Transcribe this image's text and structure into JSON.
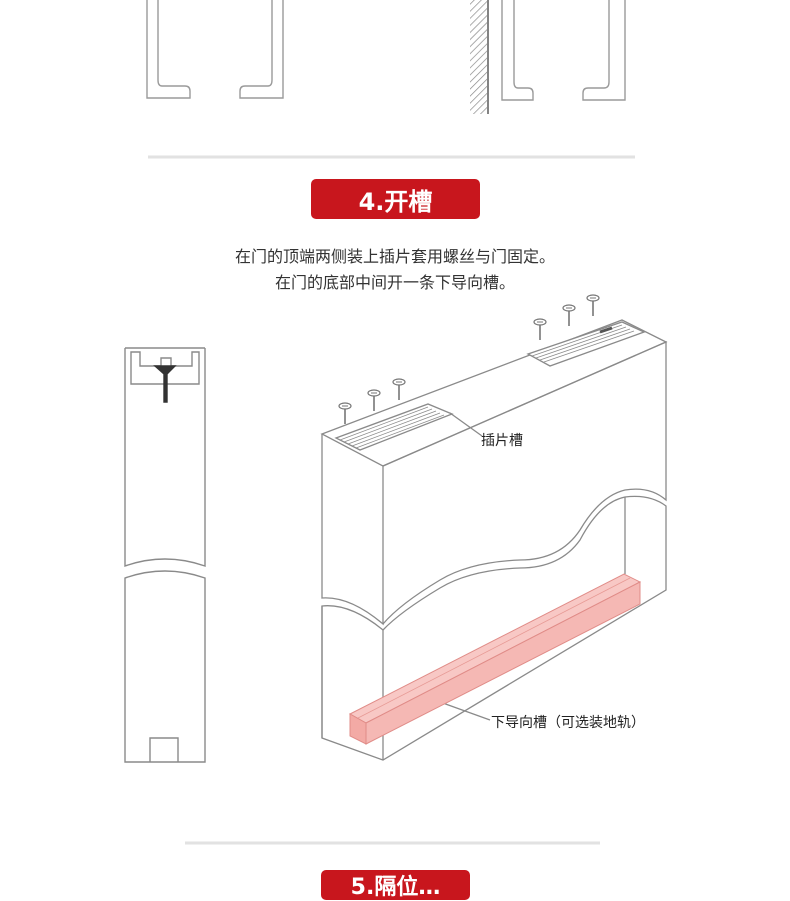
{
  "step": {
    "title": "4.开槽",
    "description_lines": [
      "在门的顶端两侧装上插片套用螺丝与门固定。",
      "在门的底部中间开一条下导向槽。"
    ]
  },
  "callouts": {
    "insert_slot": "插片槽",
    "bottom_guide_groove": "下导向槽（可选装地轨）"
  },
  "next_step": {
    "title": "5.隔位…"
  },
  "colors": {
    "badge": "#c8161d",
    "groove_fill": "#f4b3b0",
    "line": "#8a8a8a"
  },
  "icons": [
    "screw-icon"
  ]
}
